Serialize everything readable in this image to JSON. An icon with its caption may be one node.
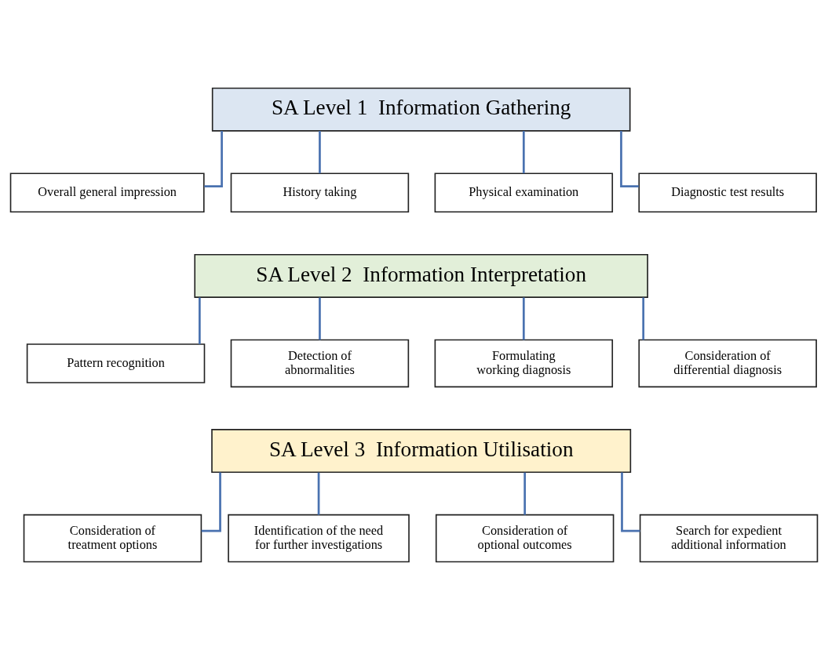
{
  "diagram": {
    "nodes": [
      {
        "text": [
          "SA Level 1  Information Gathering"
        ]
      },
      {
        "text": [
          "Overall general impression"
        ]
      },
      {
        "text": [
          "History taking"
        ]
      },
      {
        "text": [
          "Physical examination"
        ]
      },
      {
        "text": [
          "Diagnostic test results"
        ]
      },
      {
        "text": [
          "SA Level 2  Information Interpretation"
        ]
      },
      {
        "text": [
          "Pattern recognition"
        ]
      },
      {
        "text": [
          "Detection of abnormalities"
        ]
      },
      {
        "text": [
          "Formulating working diagnosis"
        ]
      },
      {
        "text": [
          "Consideration of differential diagnosis"
        ]
      },
      {
        "text": [
          "SA Level 3  Information Utilisation"
        ]
      },
      {
        "text": [
          "Consideration of treatment options"
        ]
      },
      {
        "text": [
          "Identification of the need for further investigations"
        ]
      },
      {
        "text": [
          "Consideration of optional outcomes"
        ]
      },
      {
        "text": [
          "Search for expedient additional information"
        ]
      }
    ],
    "edges": [
      {
        "from": 0,
        "to": 1,
        "arrow": "none"
      },
      {
        "from": 0,
        "to": 2,
        "arrow": "none"
      },
      {
        "from": 0,
        "to": 3,
        "arrow": "none"
      },
      {
        "from": 0,
        "to": 4,
        "arrow": "none"
      },
      {
        "from": 5,
        "to": 6,
        "arrow": "none"
      },
      {
        "from": 5,
        "to": 7,
        "arrow": "none"
      },
      {
        "from": 5,
        "to": 8,
        "arrow": "none"
      },
      {
        "from": 5,
        "to": 9,
        "arrow": "none"
      },
      {
        "from": 10,
        "to": 11,
        "arrow": "none"
      },
      {
        "from": 10,
        "to": 12,
        "arrow": "none"
      },
      {
        "from": 10,
        "to": 13,
        "arrow": "none"
      },
      {
        "from": 10,
        "to": 14,
        "arrow": "none"
      }
    ]
  }
}
